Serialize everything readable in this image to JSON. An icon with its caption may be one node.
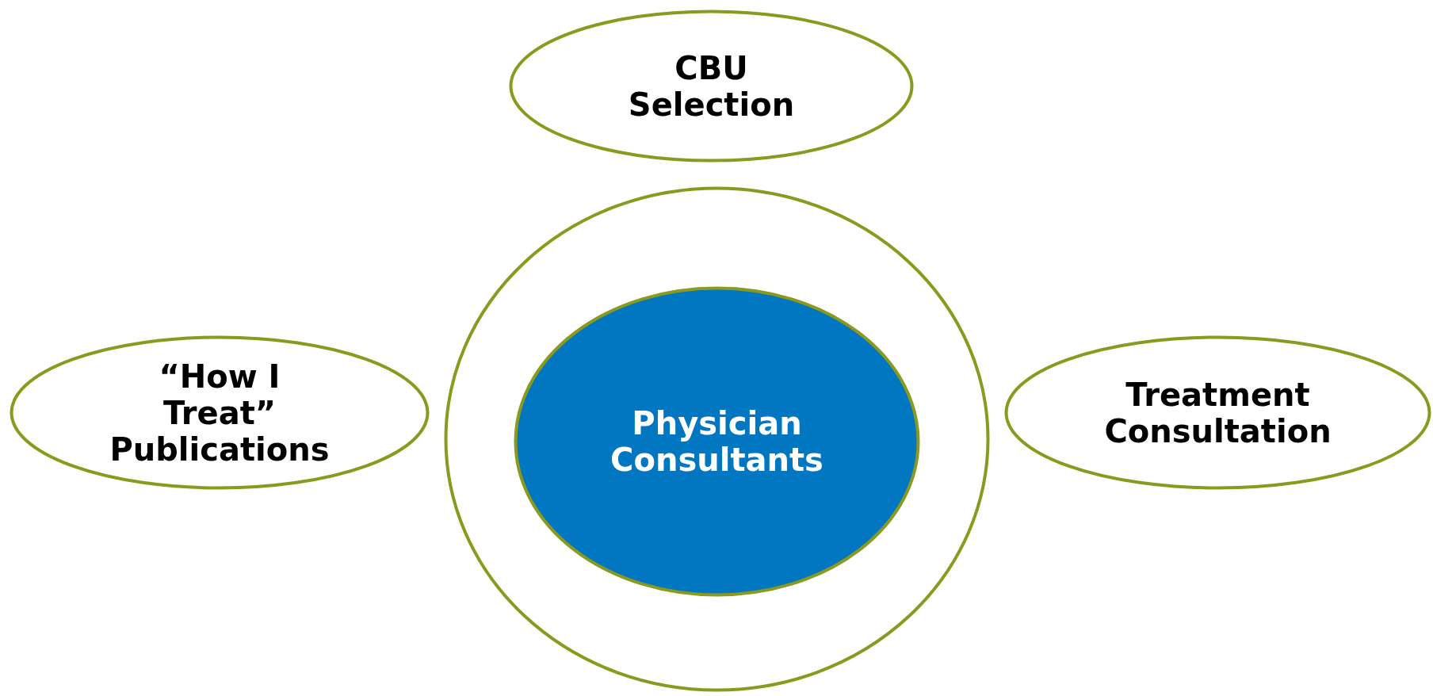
{
  "diagram": {
    "nodes": [
      {
        "text": [
          "CBU Selection"
        ]
      },
      {
        "text": [
          "“How I Treat” Publications"
        ]
      },
      {
        "text": [],
        "shape": "circle"
      },
      {
        "text": [
          "Physician Consultants"
        ],
        "in": 2
      },
      {
        "text": [
          "Treatment Consultation"
        ]
      }
    ]
  }
}
